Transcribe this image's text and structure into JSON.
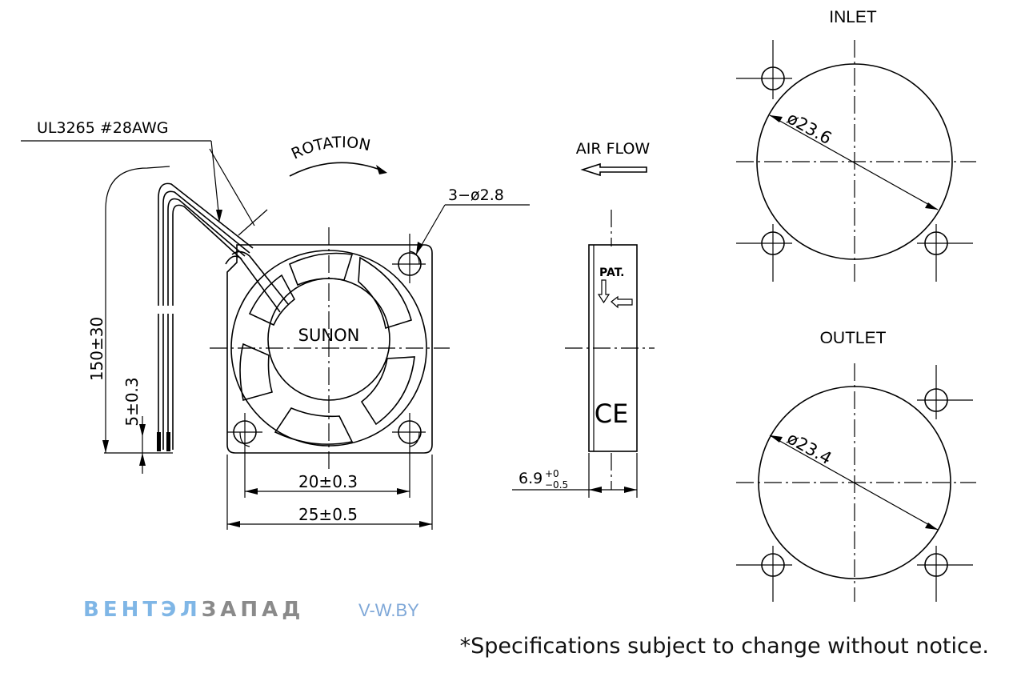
{
  "labels": {
    "inlet": "INLET",
    "outlet": "OUTLET",
    "wire": "UL3265 #28AWG",
    "rotation": "ROTATION",
    "air_flow": "AIR FLOW",
    "hole": "3−ø2.8",
    "brand": "SUNON",
    "patent": "PAT.",
    "ce_mark": "CE"
  },
  "dimensions": {
    "lead_length": "150±30",
    "strip_length": "5±0.3",
    "hole_pitch": "20±0.3",
    "frame_width": "25±0.5",
    "thickness_main": "6.9",
    "thickness_tol_upper": "+0",
    "thickness_tol_lower": "−0.5",
    "inlet_diameter": "ø23.6",
    "outlet_diameter": "ø23.4"
  },
  "watermark": {
    "part1": "ВЕНТЭЛ",
    "part2": "ЗАПАД",
    "url": "V-W.BY"
  },
  "footnote": "*Specifications subject to change without notice.",
  "colors": {
    "line": "#000000",
    "watermark_blue": "#7fb6e6",
    "watermark_grey": "#8a8a8a"
  }
}
